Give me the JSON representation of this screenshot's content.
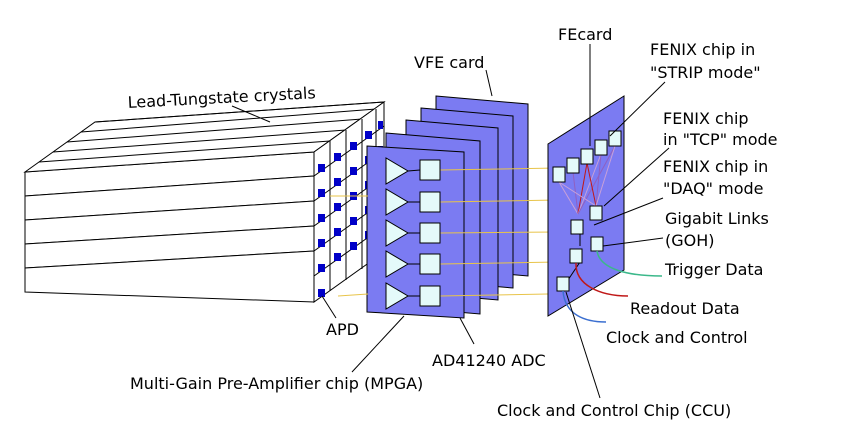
{
  "labels": {
    "crystals": "Lead-Tungstate crystals",
    "vfe": "VFE card",
    "fecard": "FEcard",
    "fenix_strip_1": "FENIX chip in",
    "fenix_strip_2": "\"STRIP mode\"",
    "fenix_tcp_1": "FENIX chip",
    "fenix_tcp_2": "in \"TCP\" mode",
    "fenix_daq_1": "FENIX chip in",
    "fenix_daq_2": "\"DAQ\" mode",
    "gigabit_1": "Gigabit Links",
    "gigabit_2": "(GOH)",
    "trigger": "Trigger Data",
    "readout": "Readout Data",
    "clock": "Clock and Control",
    "apd": "APD",
    "adc": "AD41240 ADC",
    "mpga": "Multi-Gain Pre-Amplifier chip (MPGA)",
    "ccu": "Clock and Control Chip (CCU)"
  },
  "colors": {
    "card_fill": "#7b7bf2",
    "chip_fill": "#e4fafa",
    "crystal_face": "#0000c8",
    "trigger_line": "#3bb88a",
    "readout_line": "#c01818",
    "clock_line": "#3b6fd0",
    "signal_line": "#e8c44a"
  }
}
